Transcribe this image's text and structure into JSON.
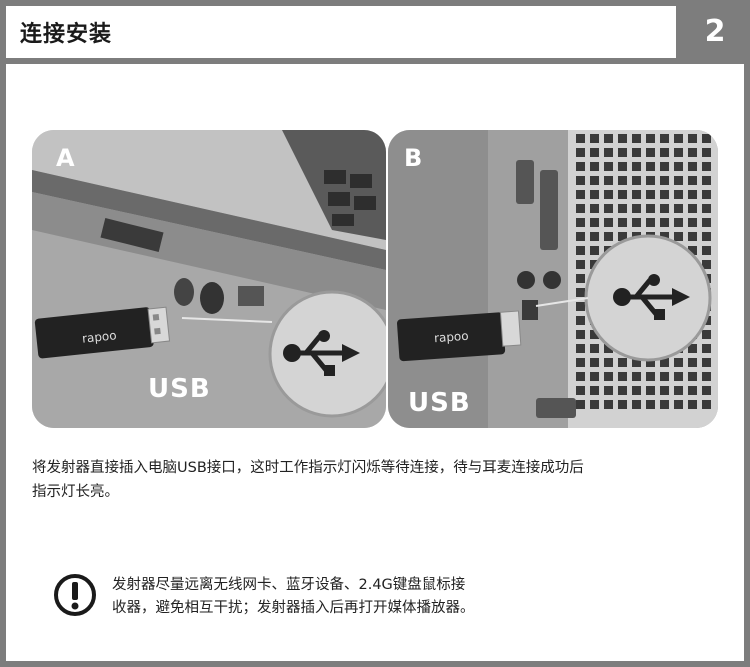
{
  "header": {
    "title": "连接安装",
    "step_number": "2"
  },
  "panels": [
    {
      "id": "A",
      "label": "A",
      "usb_text": "USB",
      "dongle_brand": "rapoo"
    },
    {
      "id": "B",
      "label": "B",
      "usb_text": "USB",
      "dongle_brand": "rapoo"
    }
  ],
  "instructions": {
    "line1": "将发射器直接插入电脑USB接口，这时工作指示灯闪烁等待连接，待与耳麦连接成功后",
    "line2": "指示灯长亮。"
  },
  "warning": {
    "icon": "exclamation-circle-icon",
    "line1": "发射器尽量远离无线网卡、蓝牙设备、2.4G键盘鼠标接",
    "line2": "收器，避免相互干扰；发射器插入后再打开媒体播放器。"
  },
  "colors": {
    "frame": "#7d7d7d",
    "panel_bg": "#bdbdbd",
    "dark": "#2b2b2b"
  }
}
